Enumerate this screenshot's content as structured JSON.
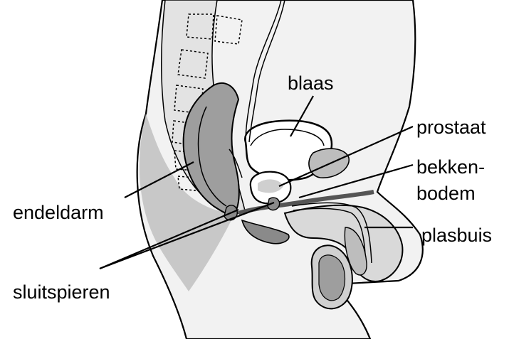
{
  "labels": {
    "blaas": "blaas",
    "prostaat": "prostaat",
    "bekken_line1": "bekken-",
    "bekken_line2": "bodem",
    "endeldarm": "endeldarm",
    "plasbuis": "plasbuis",
    "sluitspieren": "sluitspieren"
  }
}
